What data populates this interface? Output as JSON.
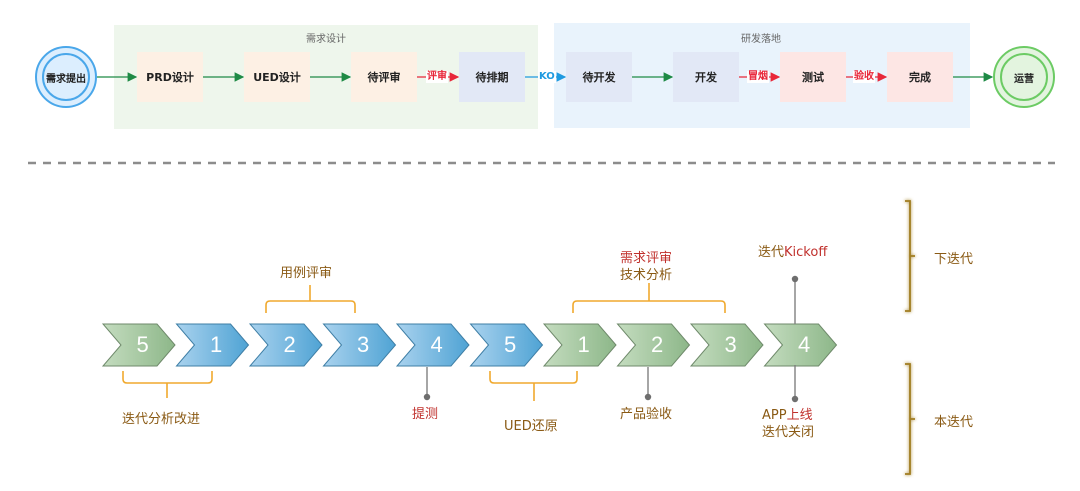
{
  "flow": {
    "start": {
      "label": "需求提出"
    },
    "end": {
      "label": "运营"
    },
    "groups": [
      {
        "title": "需求设计"
      },
      {
        "title": "研发落地"
      }
    ],
    "nodes": [
      {
        "label": "PRD设计"
      },
      {
        "label": "UED设计"
      },
      {
        "label": "待评审"
      },
      {
        "label": "待排期"
      },
      {
        "label": "待开发"
      },
      {
        "label": "开发"
      },
      {
        "label": "测试"
      },
      {
        "label": "完成"
      }
    ],
    "edge_labels": {
      "review": "评审",
      "ko": "KO",
      "smoke": "冒烟",
      "accept": "验收"
    },
    "colors": {
      "design_group": "#eef6ec",
      "dev_group": "#e9f3fc",
      "design_node": "#fdf0e4",
      "schedule_node": "#e2e8f6",
      "test_node": "#fde6e4",
      "green_arrow": "#1e8a45",
      "red_arrow": "#e8283a",
      "blue_arrow": "#1f9ae0"
    }
  },
  "timeline": {
    "steps": [
      {
        "number": "5",
        "color": "green"
      },
      {
        "number": "1",
        "color": "blue"
      },
      {
        "number": "2",
        "color": "blue"
      },
      {
        "number": "3",
        "color": "blue"
      },
      {
        "number": "4",
        "color": "blue"
      },
      {
        "number": "5",
        "color": "blue"
      },
      {
        "number": "1",
        "color": "green"
      },
      {
        "number": "2",
        "color": "green"
      },
      {
        "number": "3",
        "color": "green"
      },
      {
        "number": "4",
        "color": "green"
      }
    ],
    "annotations": {
      "iteration_review": "迭代分析改进",
      "case_review": "用例评审",
      "submit_test": "提测",
      "ued_restore": "UED还原",
      "req_review": "需求评审",
      "tech_analysis": "技术分析",
      "product_accept": "产品验收",
      "kickoff_prefix": "迭代",
      "kickoff_suffix": "Kickoff",
      "app_prefix": "APP",
      "app_suffix": "上线",
      "iteration_close": "迭代关闭"
    },
    "brackets": {
      "next": "下迭代",
      "current": "本迭代"
    }
  }
}
